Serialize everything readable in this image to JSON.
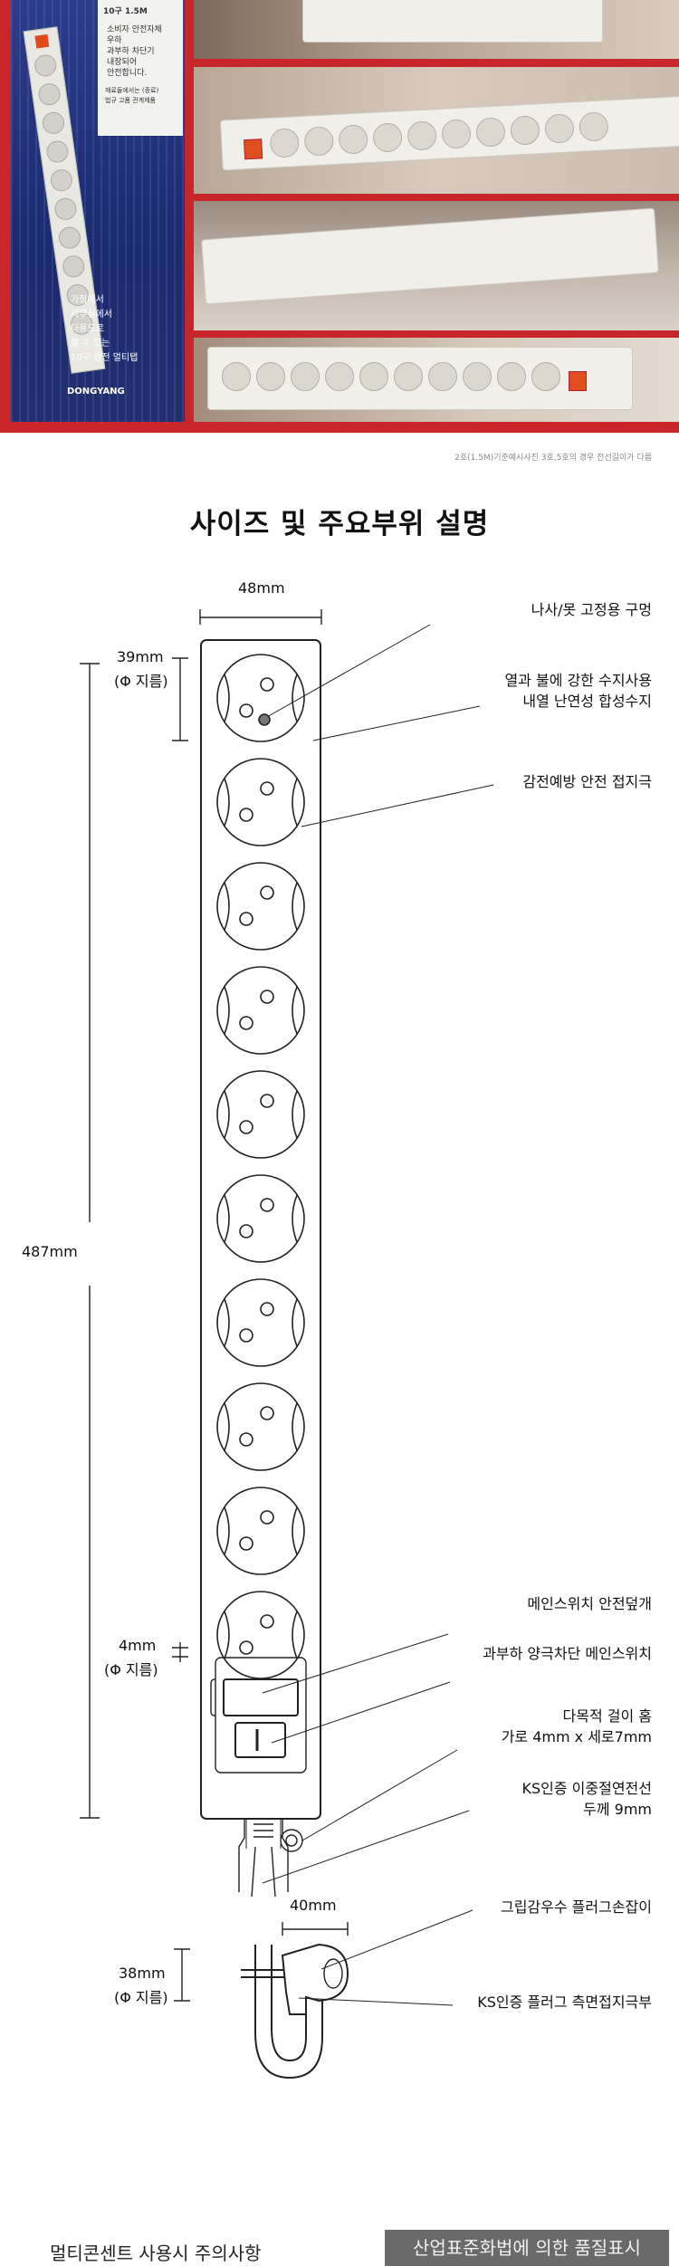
{
  "photos": {
    "box": {
      "spec_badge": "10구 1.5M",
      "features": [
        "소비자 안전자체",
        "우하",
        "과부하 차단기",
        "내장되어",
        "안전합니다."
      ],
      "notes": [
        "재료들에서는 (종료)",
        "법규 고품 관계제품"
      ],
      "slogan": [
        "가정에서",
        "사무실에서",
        "다용도로",
        "쓸 수 있는",
        "10구 안전 멀티탭"
      ],
      "brand": "DONGYANG"
    },
    "caption": "2호(1.5M)기준예시사진 3호,5호의 경우 전선길이가 다름"
  },
  "diagram": {
    "title": "사이즈 및 주요부위 설명",
    "dims": {
      "width": "48mm",
      "socket_dia": "39mm",
      "socket_dia_sub": "(Φ 지름)",
      "length": "487mm",
      "gap": "4mm",
      "gap_sub": "(Φ 지름)",
      "plug_width": "40mm",
      "plug_dia": "38mm",
      "plug_dia_sub": "(Φ 지름)"
    },
    "callouts": {
      "screw_hole": "나사/못 고정용 구멍",
      "resin_1": "열과 불에 강한 수지사용",
      "resin_2": "내열 난연성 합성수지",
      "ground": "감전예방 안전 접지극",
      "switch_cover": "메인스위치 안전덮개",
      "main_switch": "과부하 양극차단 메인스위치",
      "hanger_1": "다목적 걸이 홈",
      "hanger_2": "가로 4mm x 세로7mm",
      "cable_1": "KS인증 이중절연전선",
      "cable_2": "두께 9mm",
      "grip": "그립감우수 플러그손잡이",
      "plug_ground": "KS인증 플러그 측면접지극부"
    }
  },
  "bottom": {
    "warnings_heading": "멀티콘센트 사용시 주의사항",
    "kr_badge": "산업표준화법에 의한 품질표시"
  },
  "colors": {
    "frame_red": "#c9262c",
    "switch_orange": "#e14e1e",
    "badge_gray": "#6a6a6a"
  }
}
